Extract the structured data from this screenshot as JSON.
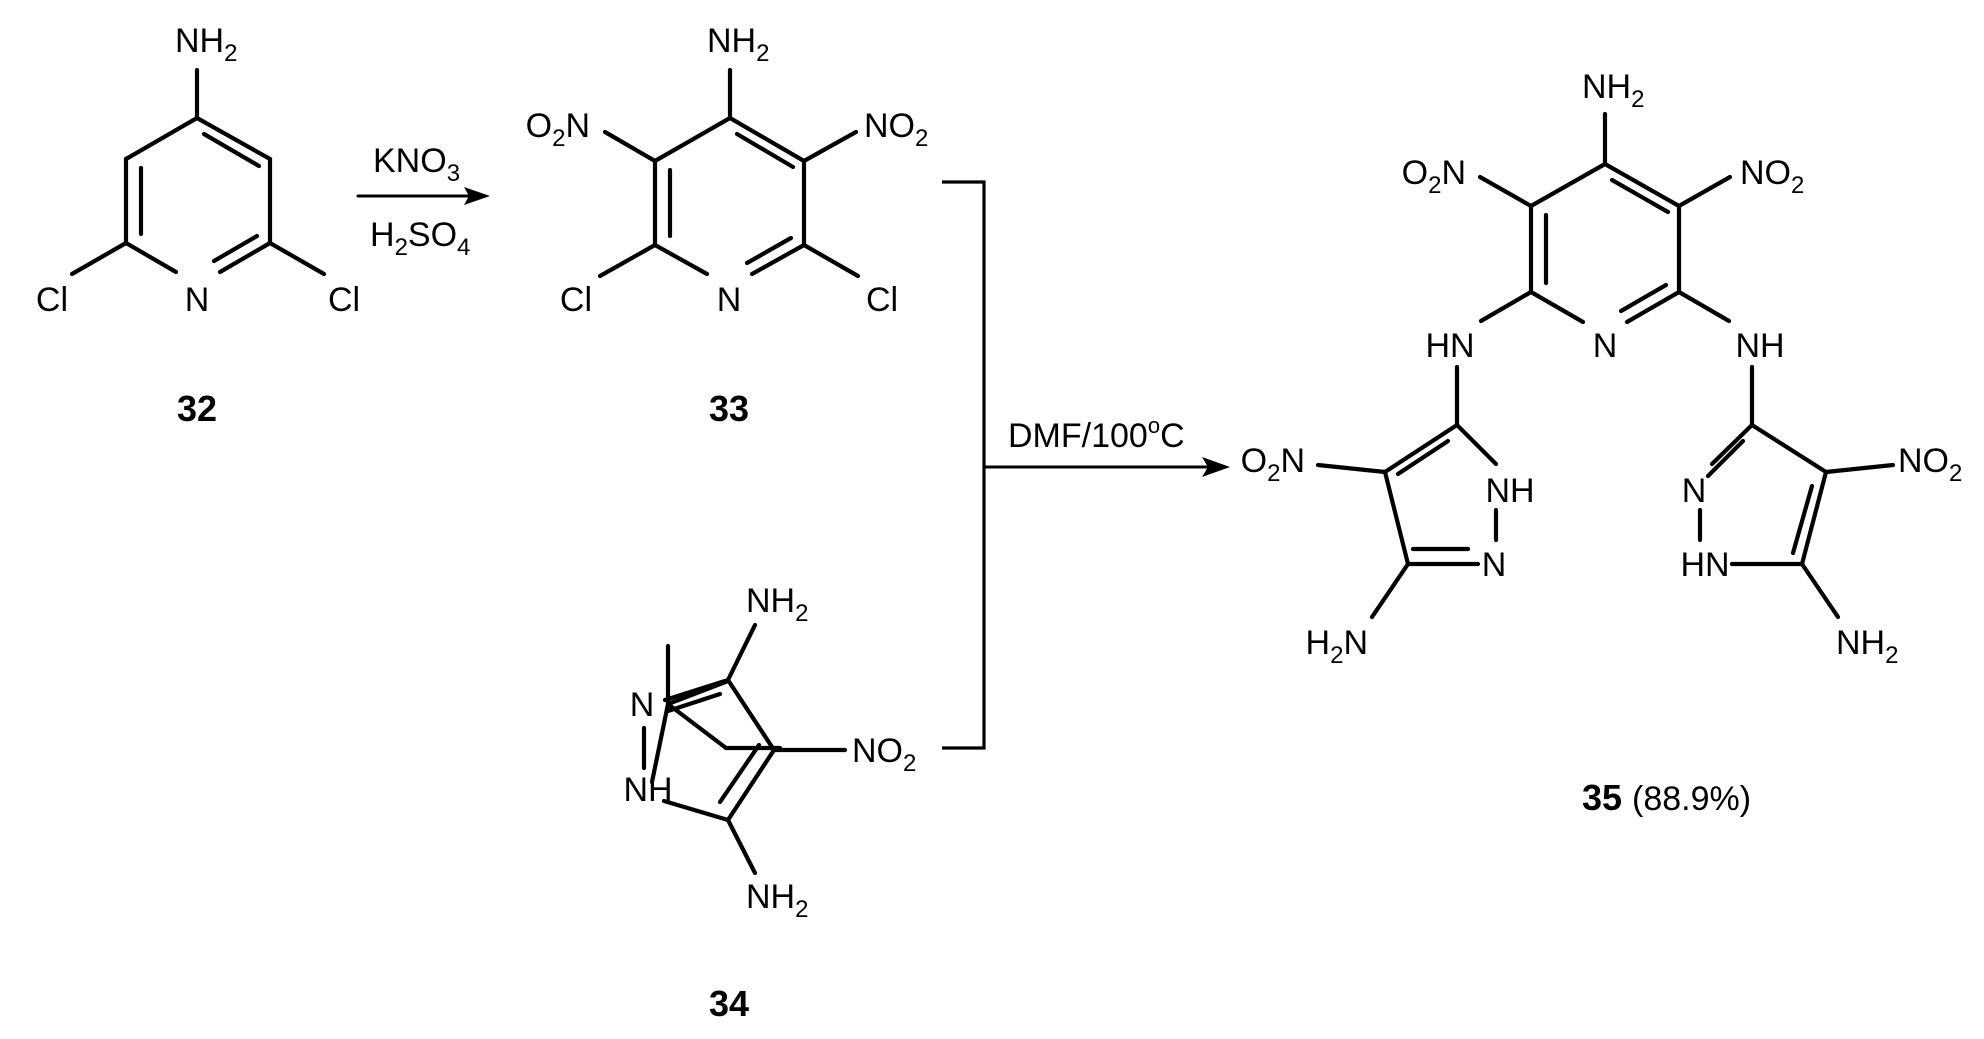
{
  "compound_32": {
    "label": "32",
    "nh2": "NH",
    "nh2_sub": "2",
    "cl_left": "Cl",
    "cl_right": "Cl",
    "ring_n": "N"
  },
  "reaction_1": {
    "reagent_top": "KNO",
    "reagent_top_sub": "3",
    "reagent_bottom_a": "H",
    "reagent_bottom_sub_a": "2",
    "reagent_bottom_b": "SO",
    "reagent_bottom_sub_b": "4"
  },
  "compound_33": {
    "label": "33",
    "nh2": "NH",
    "nh2_sub": "2",
    "no2_left_a": "O",
    "no2_left_sub": "2",
    "no2_left_b": "N",
    "no2_right": "NO",
    "no2_right_sub": "2",
    "cl_left": "Cl",
    "cl_right": "Cl",
    "ring_n": "N"
  },
  "compound_34": {
    "label": "34",
    "nh2_top": "NH",
    "nh2_top_sub": "2",
    "nh2_bottom": "NH",
    "nh2_bottom_sub": "2",
    "no2": "NO",
    "no2_sub": "2",
    "ring_n": "N",
    "ring_nh": "NH"
  },
  "reaction_2": {
    "conditions": "DMF/100",
    "conditions_sup": "o",
    "conditions_unit": "C"
  },
  "compound_35": {
    "label": "35",
    "yield": "(88.9%)",
    "nh2_top": "NH",
    "nh2_top_sub": "2",
    "no2_left_a": "O",
    "no2_left_sub": "2",
    "no2_left_b": "N",
    "no2_right": "NO",
    "no2_right_sub": "2",
    "ring_n": "N",
    "hn_left": "HN",
    "nh_right": "NH",
    "lp_no2_a": "O",
    "lp_no2_sub": "2",
    "lp_no2_b": "N",
    "lp_nh": "NH",
    "lp_n": "N",
    "lp_h2n_a": "H",
    "lp_h2n_sub": "2",
    "lp_h2n_b": "N",
    "rp_no2": "NO",
    "rp_no2_sub": "2",
    "rp_n": "N",
    "rp_hn": "HN",
    "rp_nh2": "NH",
    "rp_nh2_sub": "2"
  }
}
